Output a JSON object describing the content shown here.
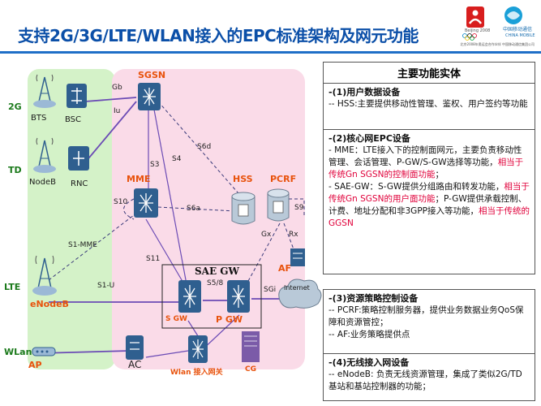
{
  "title": "支持2G/3G/LTE/WLAN接入的EPC标准架构及网元功能",
  "logo": {
    "games": "Beijing 2008",
    "brand_cn": "中国移动通信",
    "brand_en": "CHINA MOBILE",
    "sponsor": "北京2008年奥运会合作伙伴 中国移动通信集团公司"
  },
  "diagram": {
    "access_labels": [
      "2G",
      "TD",
      "LTE",
      "WLan"
    ],
    "nodes": {
      "bts": "BTS",
      "bsc": "BSC",
      "nodeb": "NodeB",
      "rnc": "RNC",
      "sgsn": "SGSN",
      "mme": "MME",
      "hss": "HSS",
      "pcrf": "PCRF",
      "enodeb": "eNodeB",
      "sgw": "S GW",
      "pgw": "P GW",
      "sae_gw": "SAE GW",
      "af": "AF",
      "internet": "Internet",
      "ap": "AP",
      "ac": "AC",
      "wlan_gw": "Wlan 接入网关",
      "cg": "CG"
    },
    "interfaces": {
      "gb": "Gb",
      "iu": "Iu",
      "s6d": "S6d",
      "s3": "S3",
      "s4": "S4",
      "s10": "S10",
      "s6a": "S6a",
      "s9": "S9",
      "gx": "Gx",
      "rx": "Rx",
      "s1_mme": "S1-MME",
      "s11": "S11",
      "s5_8": "S5/8",
      "sgi": "SGi",
      "s1_u": "S1-U"
    }
  },
  "panel": {
    "header": "主要功能实体",
    "sections": [
      {
        "title": "-(1)用户数据设备",
        "lines": [
          "-- HSS:主要提供移动性管理、鉴权、用户签约等功能"
        ]
      },
      {
        "title": "-(2)核心网EPC设备",
        "mme_a": "- MME：LTE接入下的控制面网元，主要负责移动性管理、会话管理、P-GW/S-GW选择等功能，",
        "mme_b": "相当于传统Gn SGSN的控制面功能",
        "mme_c": "；",
        "sae_a": "- SAE-GW：S-GW提供分组路由和转发功能，",
        "sae_b": "相当于传统Gn SGSN的用户面功能",
        "sae_c": "；P-GW提供承载控制、计费、地址分配和非3GPP接入等功能，",
        "sae_d": "相当于传统的GGSN"
      },
      {
        "title": "-(3)资源策略控制设备",
        "lines": [
          "-- PCRF:策略控制服务器，提供业务数据业务QoS保障和资源管控；",
          "-- AF:业务策略提供点"
        ]
      },
      {
        "title": "-(4)无线接入网设备",
        "lines": [
          "-- eNodeB: 负责无线资源管理，集成了类似2G/TD基站和基站控制器的功能；"
        ]
      }
    ]
  },
  "colors": {
    "title_blue": "#0b4fa8",
    "green_bg": "#d4f2c8",
    "pink_bg": "#fadbe8",
    "node_blue": "#2f5f8f",
    "orange": "#e8520c",
    "red_text": "#e0003a"
  }
}
